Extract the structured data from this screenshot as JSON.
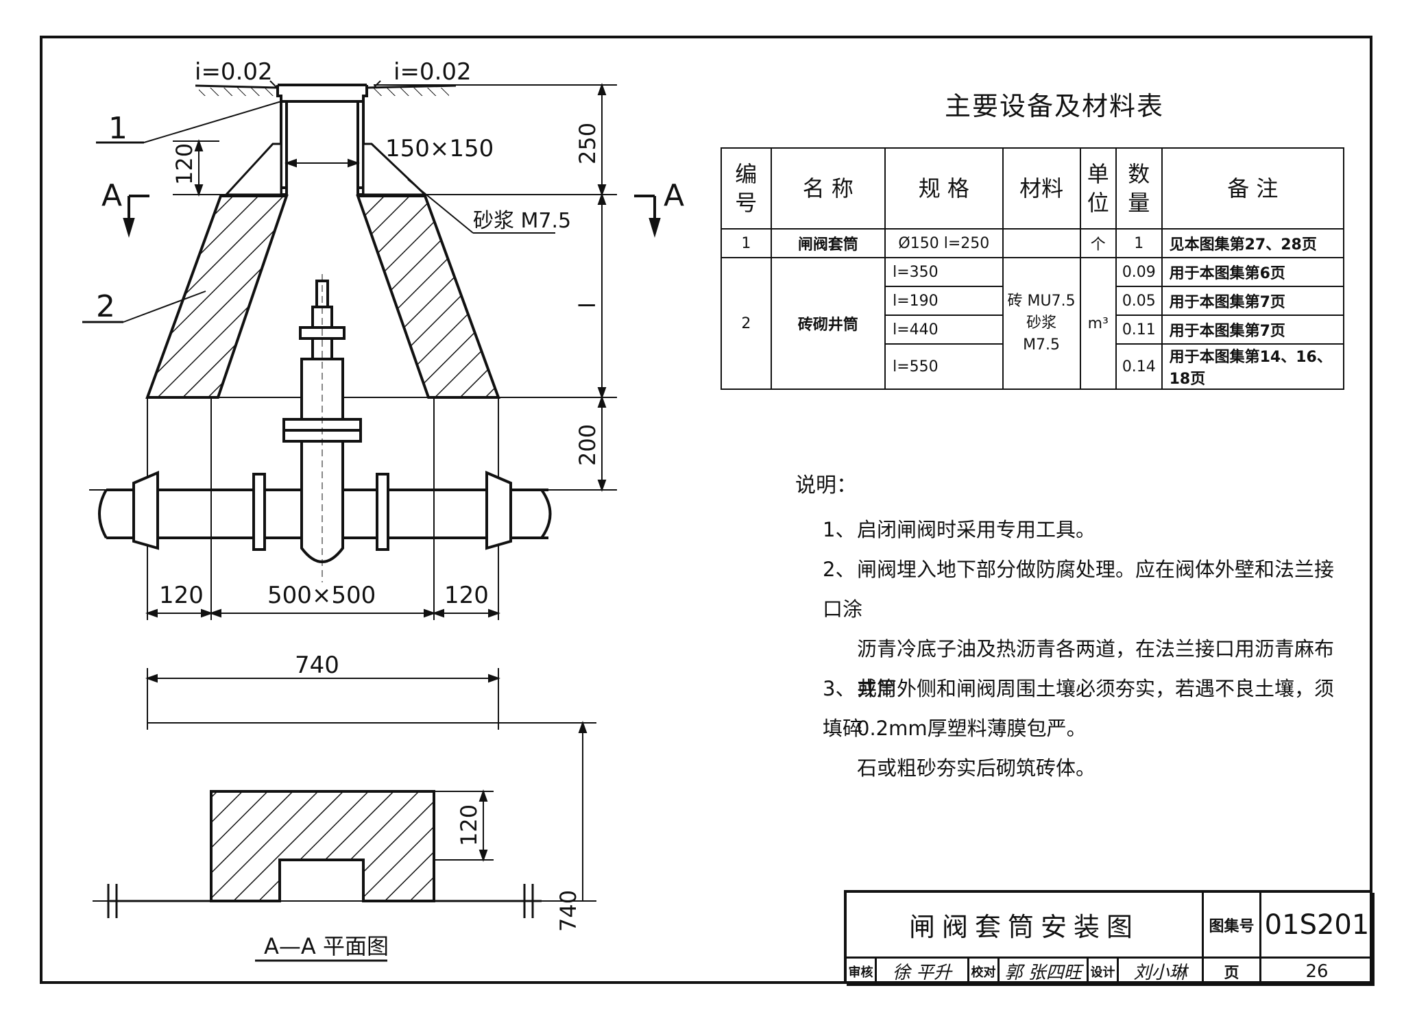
{
  "drawing": {
    "slope_left": "i=0.02",
    "slope_right": "i=0.02",
    "callout_1": "1",
    "callout_2": "2",
    "section_mark_left": "A",
    "section_mark_right": "A",
    "dim_150x150": "150×150",
    "dim_120_top": "120",
    "dim_250": "250",
    "dim_l": "l",
    "dim_200": "200",
    "mortar_label": "砂浆 M7.5",
    "dim_120_left": "120",
    "dim_500x500": "500×500",
    "dim_120_right": "120",
    "dim_740_h": "740",
    "dim_120_plan": "120",
    "dim_740_v": "740",
    "plan_title": "A—A 平面图"
  },
  "material_table": {
    "title": "主要设备及材料表",
    "headers": [
      "编号",
      "名 称",
      "规 格",
      "材料",
      "单位",
      "数量",
      "备 注"
    ],
    "rows": [
      {
        "no": "1",
        "name": "闸阀套筒",
        "spec": "Ø150  l=250",
        "material": "",
        "unit": "个",
        "qty": "1",
        "note": "见本图集第27、28页"
      },
      {
        "no": "2",
        "name": "砖砌井筒",
        "spec": "l=350",
        "material": "砖 MU7.5 砂浆 M7.5",
        "unit": "m³",
        "qty": "0.09",
        "note": "用于本图集第6页"
      },
      {
        "spec": "l=190",
        "qty": "0.05",
        "note": "用于本图集第7页"
      },
      {
        "spec": "l=440",
        "qty": "0.11",
        "note": "用于本图集第7页"
      },
      {
        "spec": "l=550",
        "qty": "0.14",
        "note": "用于本图集第14、16、18页"
      }
    ]
  },
  "notes": {
    "title": "说明：",
    "items": [
      {
        "num": "1、",
        "text": "启闭闸阀时采用专用工具。"
      },
      {
        "num": "2、",
        "text": "闸阀埋入地下部分做防腐处理。应在阀体外壁和法兰接口涂",
        "cont": [
          "沥青冷底子油及热沥青各两道，在法兰接口用沥青麻布或用",
          "0.2mm厚塑料薄膜包严。"
        ]
      },
      {
        "num": "3、",
        "text": "井筒外侧和闸阀周围土壤必须夯实，若遇不良土壤，须填碎",
        "cont": [
          "石或粗砂夯实后砌筑砖体。"
        ]
      }
    ]
  },
  "title_block": {
    "drawing_name": "闸阀套筒安装图",
    "atlas_label": "图集号",
    "atlas_no": "01S201",
    "review_label": "审核",
    "review_sign": "徐 平升",
    "check_label": "校对",
    "check_sign": "郭 张四旺",
    "design_label": "设计",
    "design_sign": "刘小琳",
    "page_label": "页",
    "page_no": "26"
  }
}
